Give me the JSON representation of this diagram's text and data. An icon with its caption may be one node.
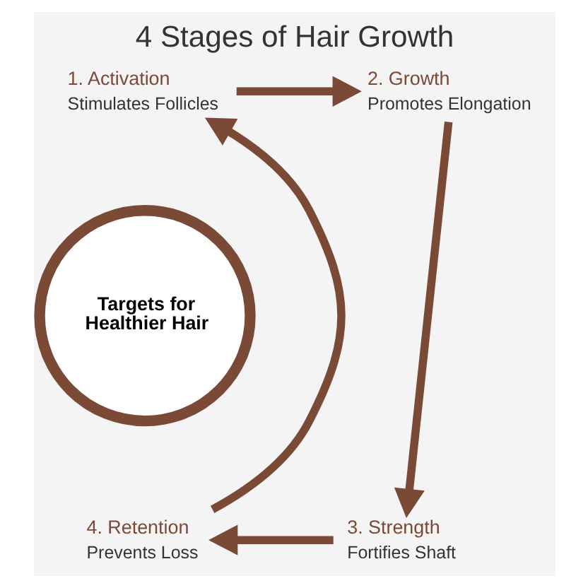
{
  "diagram": {
    "title": "4 Stages of Hair Growth",
    "nodes": [
      {
        "text": [
          "1. Activation",
          "Stimulates Follicles"
        ]
      },
      {
        "text": [
          "2. Growth",
          "Promotes Elongation"
        ]
      },
      {
        "text": [
          "Targets for Healthier Hair"
        ]
      },
      {
        "text": [
          "3. Strength",
          "Fortifies Shaft"
        ]
      },
      {
        "text": [
          "4. Retention",
          "Prevents Loss"
        ]
      }
    ],
    "edges": [
      {
        "from": 0,
        "to": 1,
        "arrow": "to"
      },
      {
        "from": 1,
        "to": 3,
        "arrow": "to"
      },
      {
        "from": 3,
        "to": 4,
        "arrow": "to"
      },
      {
        "from": 4,
        "to": 0,
        "arrow": "to"
      }
    ]
  }
}
